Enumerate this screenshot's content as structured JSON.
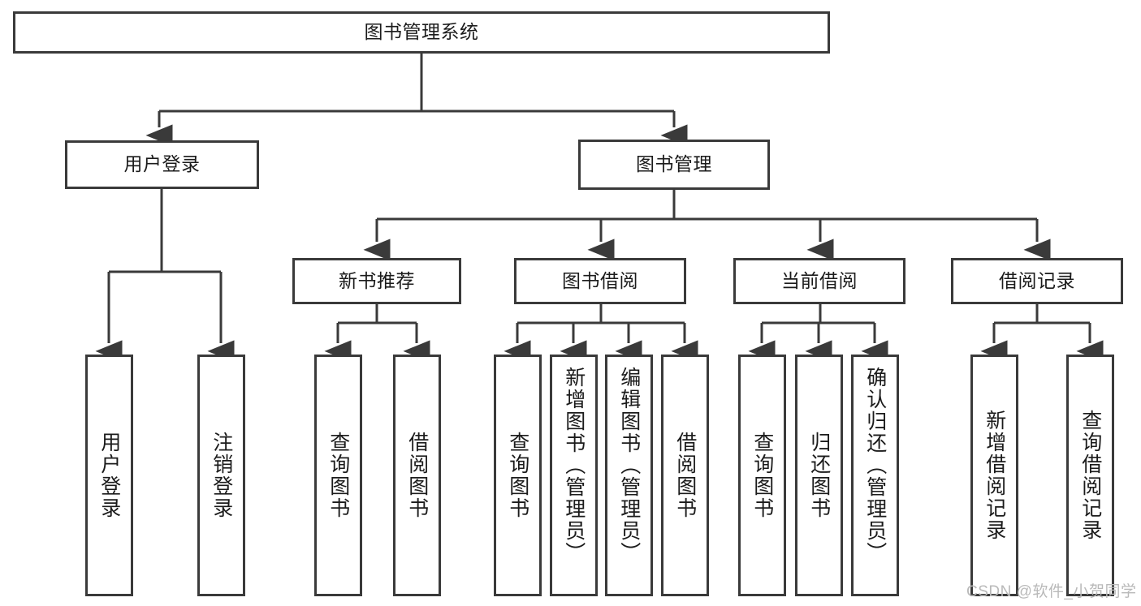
{
  "diagram": {
    "type": "tree-hierarchy",
    "title": "图书管理系统",
    "root": {
      "label": "图书管理系统",
      "id": "root"
    },
    "level2": [
      {
        "id": "user-login",
        "label": "用户登录"
      },
      {
        "id": "book-manage",
        "label": "图书管理"
      }
    ],
    "level3": [
      {
        "id": "new-book-recommend",
        "label": "新书推荐",
        "parent": "book-manage"
      },
      {
        "id": "book-borrow",
        "label": "图书借阅",
        "parent": "book-manage"
      },
      {
        "id": "current-borrow",
        "label": "当前借阅",
        "parent": "book-manage"
      },
      {
        "id": "borrow-record",
        "label": "借阅记录",
        "parent": "book-manage"
      }
    ],
    "leaves": [
      {
        "id": "leaf-user-login",
        "label": "用户登录",
        "parent": "user-login"
      },
      {
        "id": "leaf-logout-login",
        "label": "注销登录",
        "parent": "user-login"
      },
      {
        "id": "leaf-query-book-1",
        "label": "查询图书",
        "parent": "new-book-recommend"
      },
      {
        "id": "leaf-borrow-book-1",
        "label": "借阅图书",
        "parent": "new-book-recommend"
      },
      {
        "id": "leaf-query-book-2",
        "label": "查询图书",
        "parent": "book-borrow"
      },
      {
        "id": "leaf-add-book",
        "label": "新增图书（管理员）",
        "parent": "book-borrow"
      },
      {
        "id": "leaf-edit-book",
        "label": "编辑图书（管理员）",
        "parent": "book-borrow"
      },
      {
        "id": "leaf-borrow-book-2",
        "label": "借阅图书",
        "parent": "book-borrow"
      },
      {
        "id": "leaf-query-book-3",
        "label": "查询图书",
        "parent": "current-borrow"
      },
      {
        "id": "leaf-return-book",
        "label": "归还图书",
        "parent": "current-borrow"
      },
      {
        "id": "leaf-confirm-return",
        "label": "确认归还（管理员）",
        "parent": "current-borrow"
      },
      {
        "id": "leaf-add-record",
        "label": "新增借阅记录",
        "parent": "borrow-record"
      },
      {
        "id": "leaf-query-record",
        "label": "查询借阅记录",
        "parent": "borrow-record"
      }
    ],
    "watermark": "CSDN @软件_小贺同学",
    "colors": {
      "stroke": "#3a3a3a",
      "background": "#ffffff",
      "text": "#1b1b1b",
      "watermark": "#b9b9b9"
    }
  }
}
